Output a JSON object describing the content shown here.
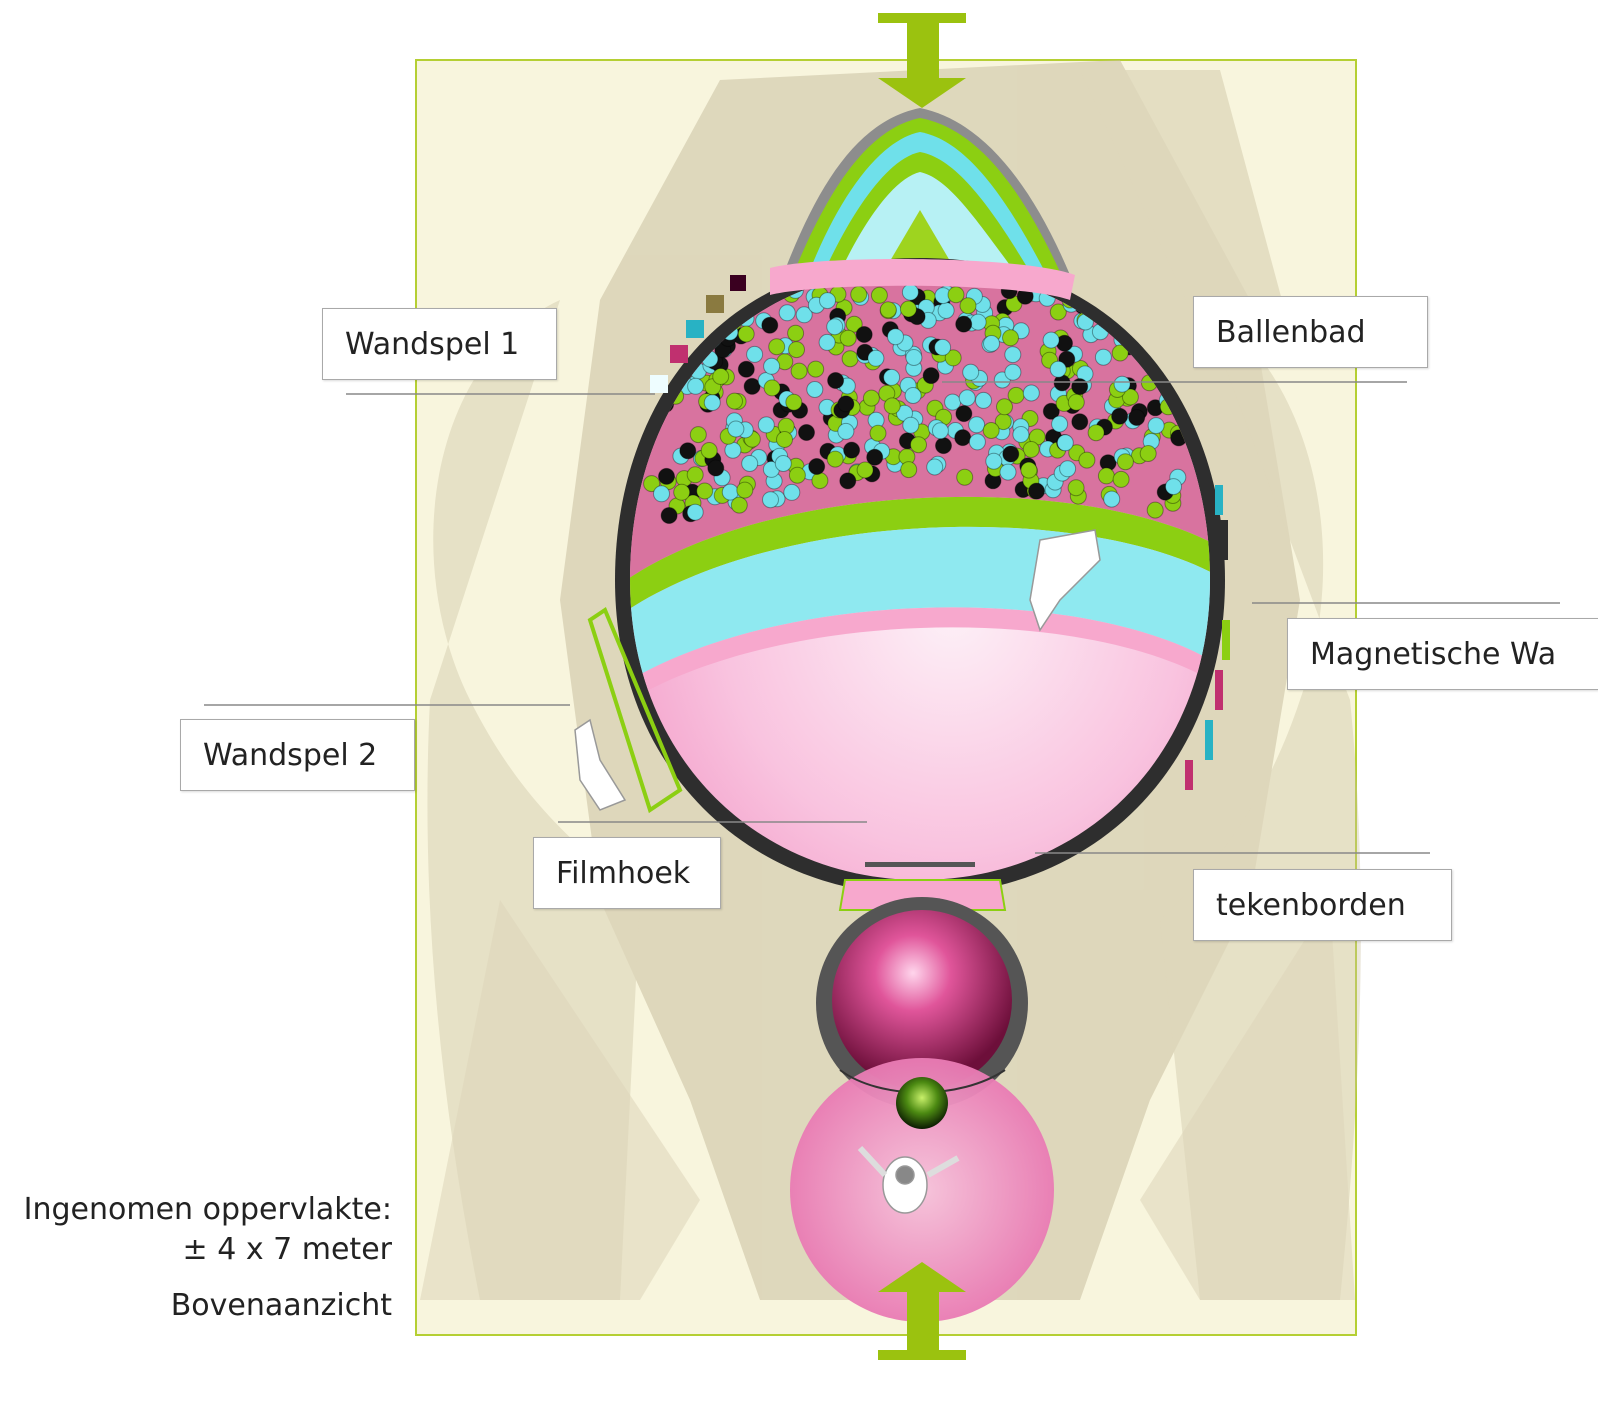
{
  "labels": {
    "wandspel1": "Wandspel 1",
    "ballenbad": "Ballenbad",
    "magnetische": "Magnetische Wa",
    "wandspel2": "Wandspel 2",
    "filmhoek": "Filmhoek",
    "tekenborden": "tekenborden"
  },
  "captions": {
    "area_label": "Ingenomen oppervlakte:",
    "area_value": "± 4 x 7 meter",
    "view": "Bovenaanzicht"
  },
  "colors": {
    "frame_border": "#b5cf33",
    "background": "#f8f5dd",
    "shadow": "#c9bfa0",
    "wall_dark": "#2e2e2e",
    "pink": "#f7a8cd",
    "pink_light": "#fcd6ea",
    "magenta": "#c0306f",
    "lime": "#8ccf12",
    "cyan": "#6fe0ea",
    "arrow": "#9bc20f"
  },
  "icons": [
    "double-arrow-top-icon",
    "double-arrow-bottom-icon",
    "child-figure-icon"
  ]
}
